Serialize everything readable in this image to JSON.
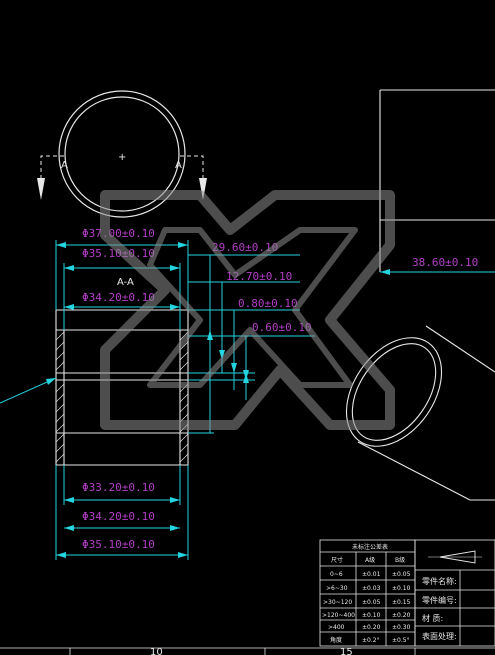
{
  "colors": {
    "background": "#000000",
    "outline": "#e8e8e8",
    "dimension": "#24d4e0",
    "dim_text": "#b23fc6",
    "watermark": "#8c8c8c"
  },
  "views": {
    "section_marker": "A",
    "section_title": "A-A",
    "center_mark": "+"
  },
  "dimensions": {
    "d_outer_top": "Φ37.00±0.10",
    "d_35_top": "Φ35.10±0.10",
    "d_34_top": "Φ34.20±0.10",
    "h_29": "29.60±0.10",
    "h_12": "12.70±0.10",
    "h_080": "0.80±0.10",
    "h_060": "0.60±0.10",
    "len_38": "38.60±0.10",
    "d_33_bot": "Φ33.20±0.10",
    "d_34_bot": "Φ34.20±0.10",
    "d_35_bot": "Φ35.10±0.10"
  },
  "tolerance_table": {
    "title": "未标注公差表",
    "headers": [
      "尺寸",
      "A级",
      "B级"
    ],
    "rows": [
      [
        "0~6",
        "±0.01",
        "±0.05"
      ],
      [
        ">6~30",
        "±0.03",
        "±0.10"
      ],
      [
        ">30~120",
        "±0.05",
        "±0.15"
      ],
      [
        ">120~400",
        "±0.10",
        "±0.20"
      ],
      [
        ">400",
        "±0.20",
        "±0.30"
      ],
      [
        "角度",
        "±0.2°",
        "±0.5°"
      ]
    ]
  },
  "title_block": {
    "part_name": "零件名称:",
    "part_no": "零件编号:",
    "material": "材    质:",
    "surface": "表面处理:"
  },
  "ruler": {
    "label_10": "10",
    "label_15": "15"
  }
}
